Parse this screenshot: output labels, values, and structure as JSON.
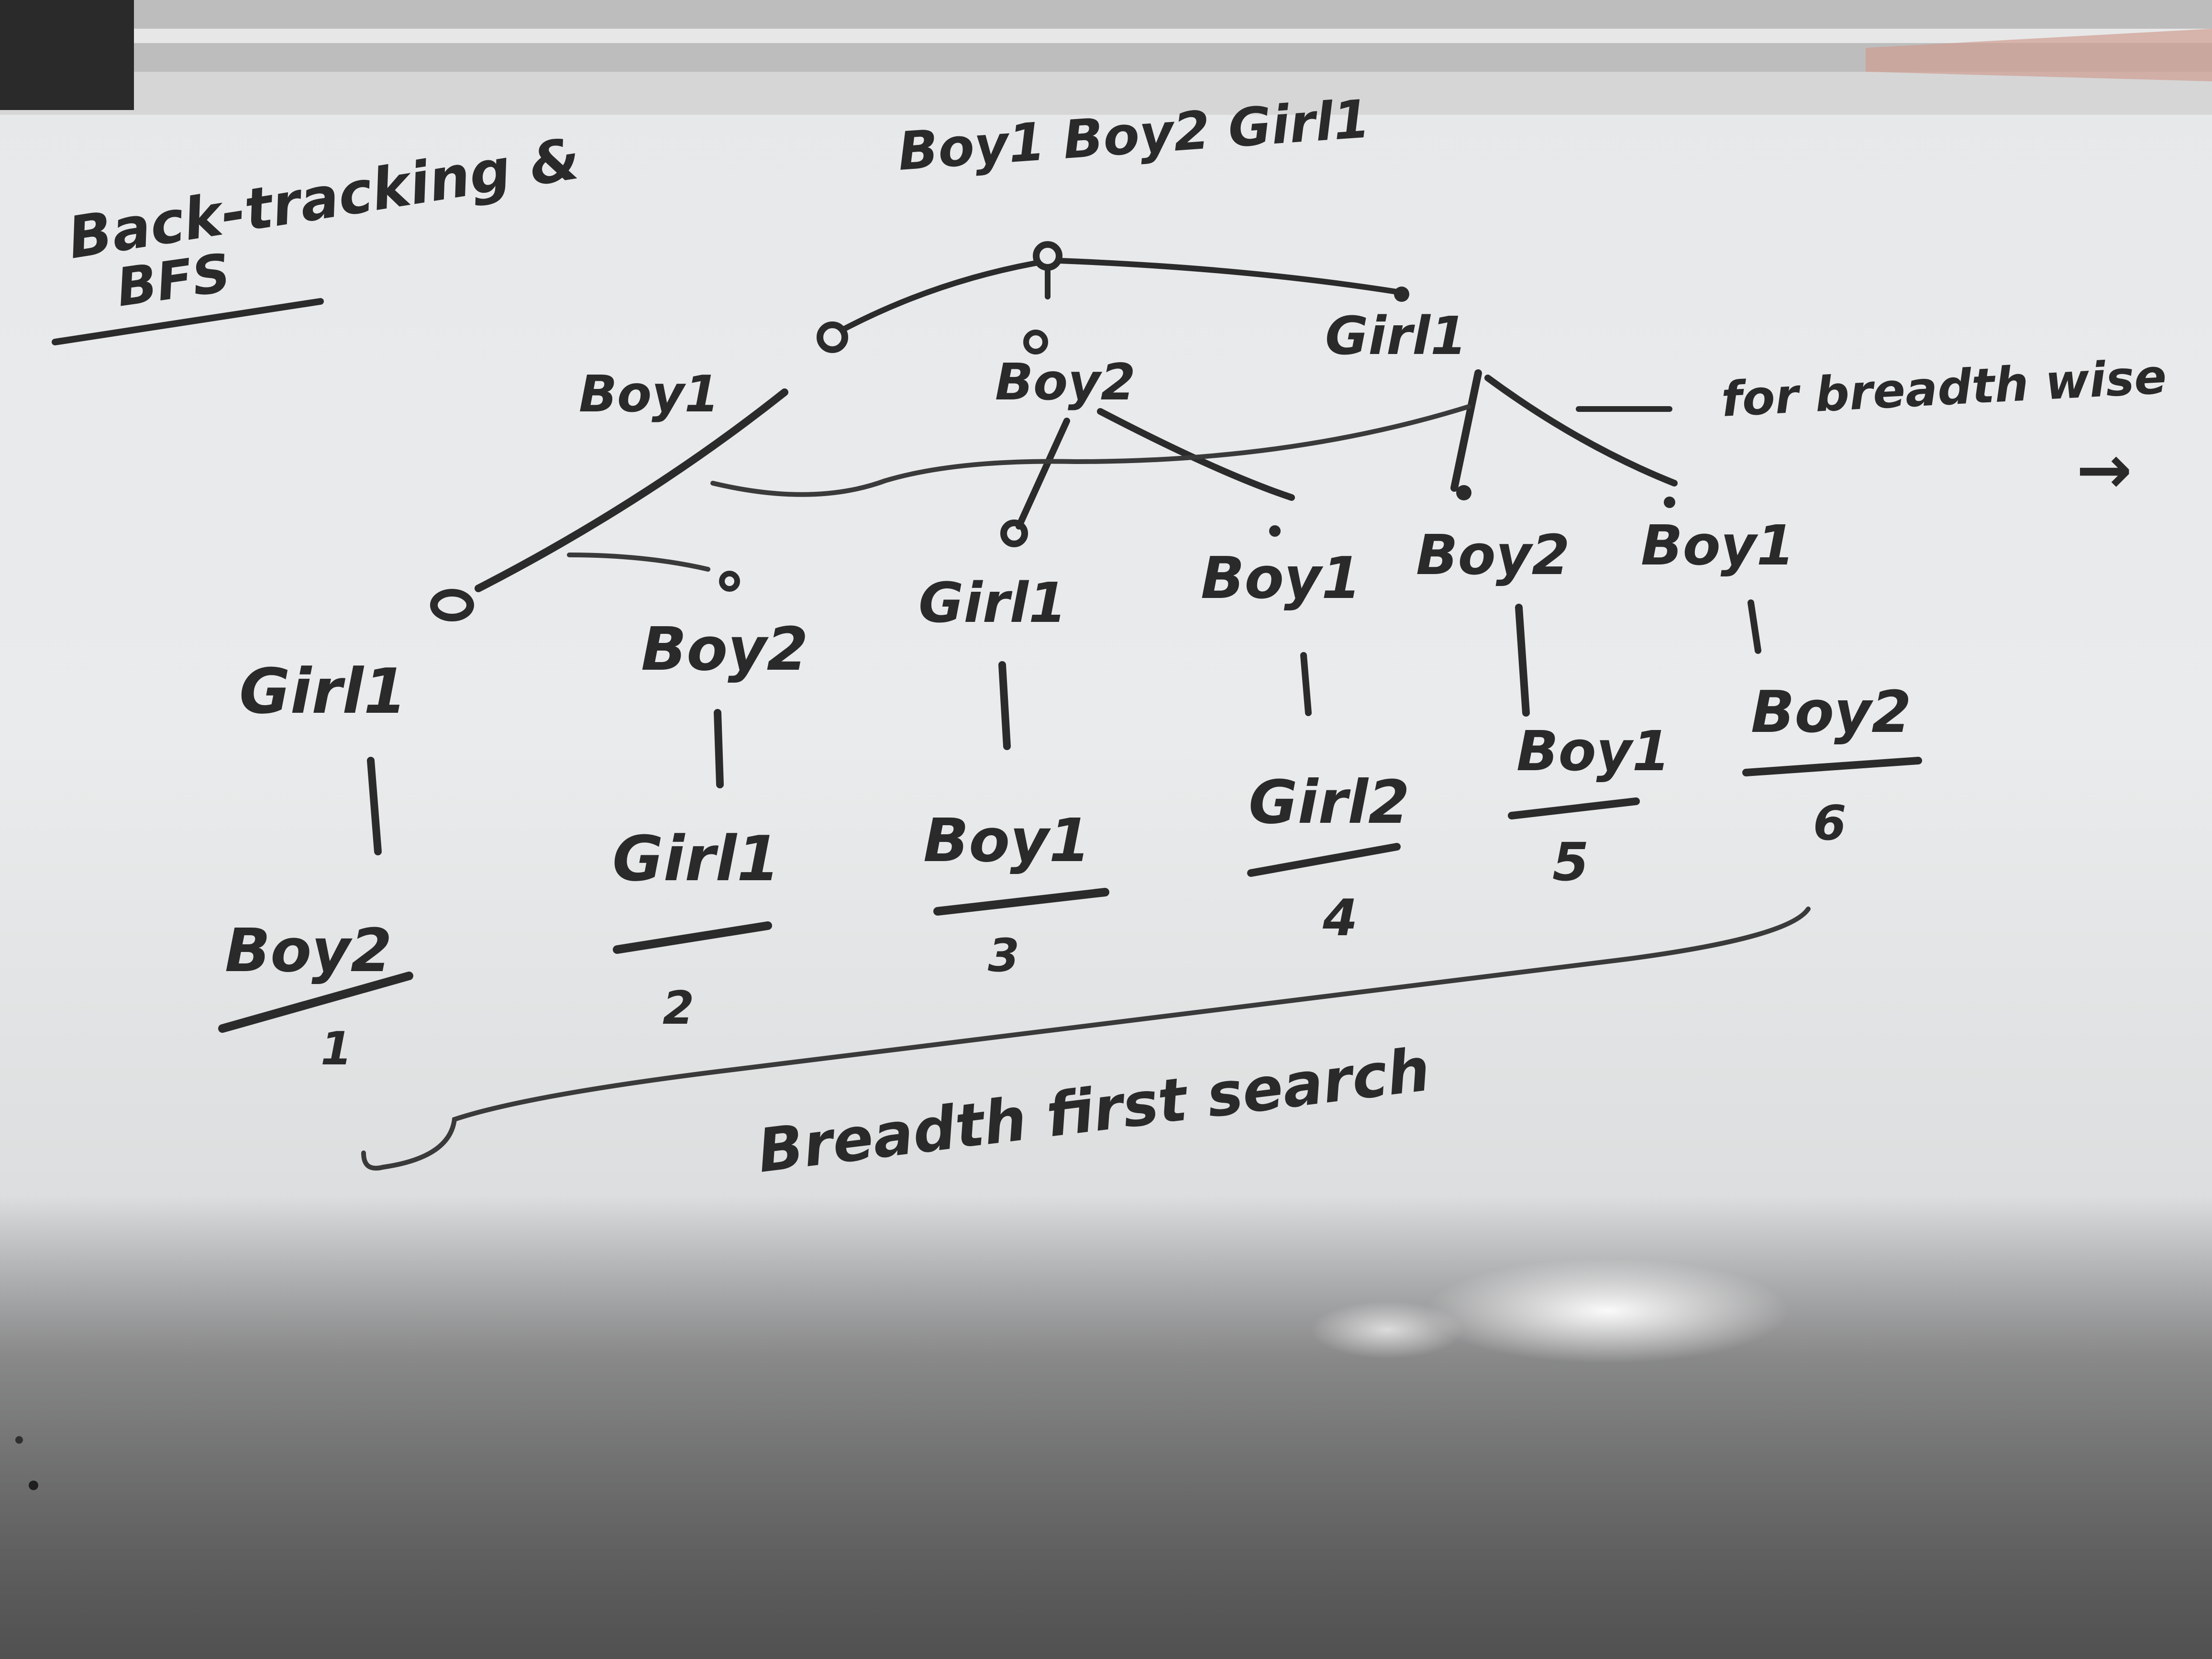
{
  "board": {
    "title_line1": "Back-tracking &",
    "title_line2": "BFS",
    "header": "Boy1 Boy2 Girl1",
    "side_note": "for breadth wise",
    "arrow": "→",
    "footer": "Breadth first search"
  },
  "tree": {
    "level1": [
      "Boy1",
      "Boy2",
      "Girl1"
    ],
    "level2": [
      "Girl1",
      "Boy2",
      "Girl1",
      "Boy1",
      "Boy2",
      "Boy1"
    ],
    "level3": [
      "Boy2",
      "Girl1",
      "Boy1",
      "Girl2",
      "Boy1",
      "Boy2"
    ],
    "numbers": [
      "1",
      "2",
      "3",
      "4",
      "5",
      "6"
    ]
  },
  "colors": {
    "board": "#e9ebec",
    "ink": "#2b2b2b",
    "frame": "#c9c9c9",
    "shadow": "#5e5e5e"
  }
}
